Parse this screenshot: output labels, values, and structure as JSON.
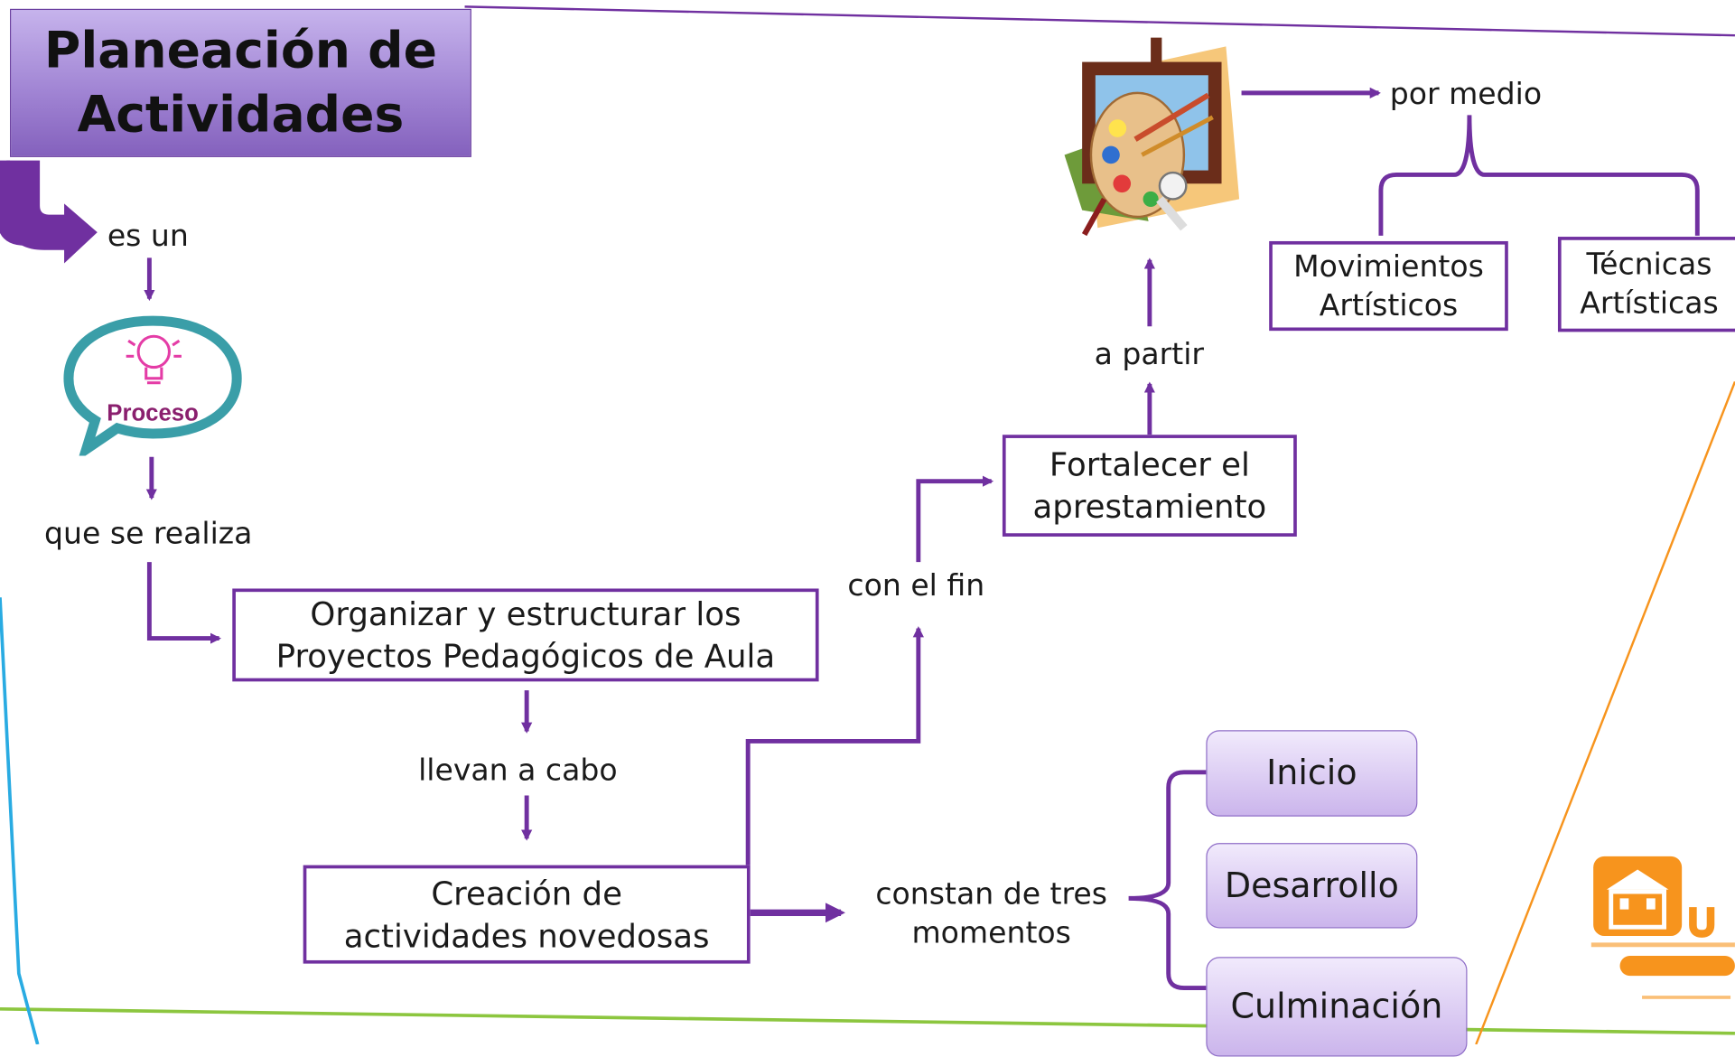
{
  "title": {
    "line1": "Planeación de",
    "line2": "Actividades"
  },
  "icons": {
    "process_icon": "proceso-bulb-speech-bubble",
    "art_icon": "art-palette-easel",
    "logo": "university-logo"
  },
  "process_icon_text": "Proceso",
  "labels": {
    "es_un": "es un",
    "que_se_realiza": "que se realiza",
    "llevan_a_cabo": "llevan a cabo",
    "con_el_fin": "con el fin",
    "a_partir": "a partir",
    "por_medio": "por medio",
    "constan_line1": "constan de tres",
    "constan_line2": "momentos"
  },
  "boxes": {
    "organizar": {
      "line1": "Organizar y estructurar los",
      "line2": "Proyectos Pedagógicos de Aula"
    },
    "creacion": {
      "line1": "Creación de",
      "line2": "actividades novedosas"
    },
    "fortalecer": {
      "line1": "Fortalecer el",
      "line2": "aprestamiento"
    },
    "movimientos": {
      "line1": "Movimientos",
      "line2": "Artísticos"
    },
    "tecnicas": {
      "line1": "Técnicas",
      "line2": "Artísticas"
    }
  },
  "moments": [
    "Inicio",
    "Desarrollo",
    "Culminación"
  ],
  "colors": {
    "accent": "#7030a0",
    "title_fill": "#a185d4",
    "logo": "#f7941d",
    "frame_green": "#8cc63f",
    "frame_blue": "#29abe2"
  }
}
